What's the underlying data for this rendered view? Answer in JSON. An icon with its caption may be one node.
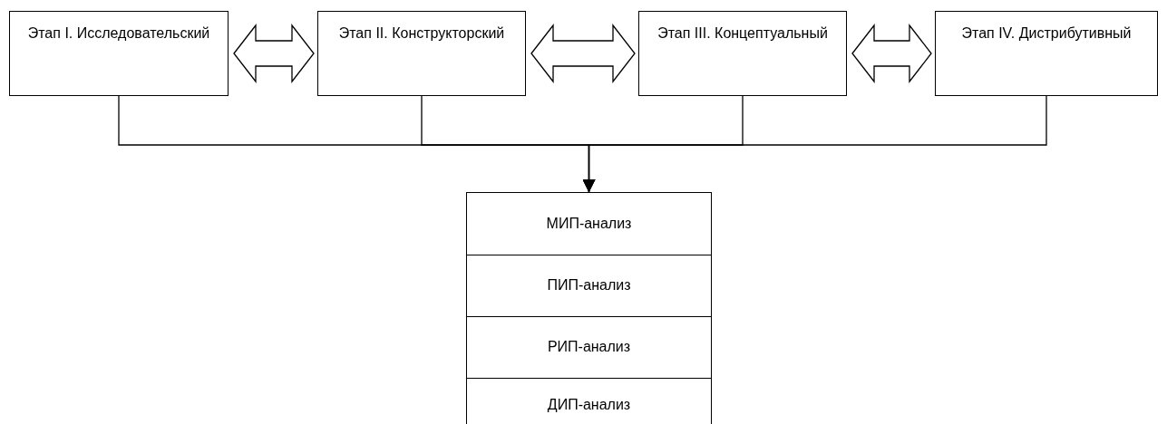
{
  "diagram": {
    "nodes": [
      {
        "text": [
          "Этап I. Исследовательский"
        ]
      },
      {
        "text": [
          "Этап II. Конструкторский"
        ]
      },
      {
        "text": [
          "Этап III. Концептуальный"
        ]
      },
      {
        "text": [
          "Этап IV. Дистрибутивный"
        ]
      },
      {
        "text": [
          "МИП-анализ"
        ]
      },
      {
        "text": [
          "ПИП-анализ"
        ]
      },
      {
        "text": [
          "РИП-анализ"
        ]
      },
      {
        "text": [
          "ДИП-анализ"
        ]
      }
    ],
    "edges": [
      {
        "from": 0,
        "to": 1,
        "arrow": "both"
      },
      {
        "from": 1,
        "to": 2,
        "arrow": "both"
      },
      {
        "from": 2,
        "to": 3,
        "arrow": "both"
      },
      {
        "from": 0,
        "to": 4,
        "arrow": "to"
      },
      {
        "from": 1,
        "to": 4,
        "arrow": "to"
      },
      {
        "from": 2,
        "to": 4,
        "arrow": "to"
      },
      {
        "from": 3,
        "to": 4,
        "arrow": "to"
      }
    ]
  }
}
